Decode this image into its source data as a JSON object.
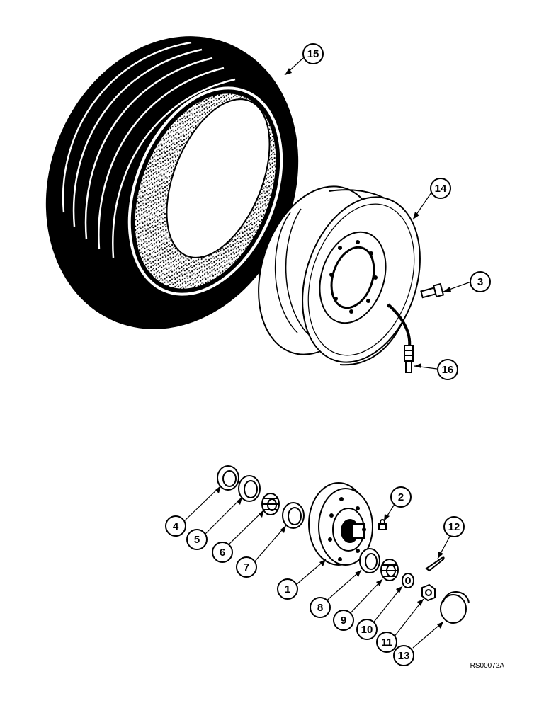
{
  "figure": {
    "reference_code": "RS00072A"
  },
  "callouts": [
    {
      "id": "15",
      "label": "15"
    },
    {
      "id": "14",
      "label": "14"
    },
    {
      "id": "3",
      "label": "3"
    },
    {
      "id": "16",
      "label": "16"
    },
    {
      "id": "2",
      "label": "2"
    },
    {
      "id": "12",
      "label": "12"
    },
    {
      "id": "4",
      "label": "4"
    },
    {
      "id": "5",
      "label": "5"
    },
    {
      "id": "6",
      "label": "6"
    },
    {
      "id": "7",
      "label": "7"
    },
    {
      "id": "1",
      "label": "1"
    },
    {
      "id": "8",
      "label": "8"
    },
    {
      "id": "9",
      "label": "9"
    },
    {
      "id": "10",
      "label": "10"
    },
    {
      "id": "11",
      "label": "11"
    },
    {
      "id": "13",
      "label": "13"
    }
  ],
  "colors": {
    "ink": "#000000",
    "paper": "#ffffff"
  }
}
